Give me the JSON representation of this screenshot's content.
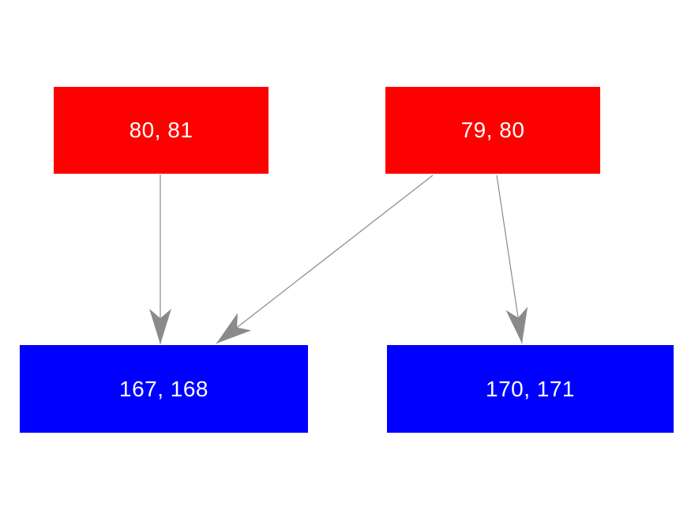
{
  "diagram": {
    "background_color": "#ffffff",
    "text_color": "#ffffff",
    "edge_color": "#8a8a8a",
    "node_colors": {
      "top_row": "#ff0000",
      "bottom_row": "#0000ff"
    },
    "nodes": [
      {
        "id": "top-left",
        "label": "80, 81",
        "fill": "#ff0000",
        "row": "top"
      },
      {
        "id": "top-right",
        "label": "79, 80",
        "fill": "#ff0000",
        "row": "top"
      },
      {
        "id": "bottom-left",
        "label": "167, 168",
        "fill": "#0000ff",
        "row": "bottom"
      },
      {
        "id": "bottom-right",
        "label": "170, 171",
        "fill": "#0000ff",
        "row": "bottom"
      }
    ],
    "edges": [
      {
        "from": "80, 81",
        "to": "167, 168"
      },
      {
        "from": "79, 80",
        "to": "167, 168"
      },
      {
        "from": "79, 80",
        "to": "170, 171"
      }
    ]
  }
}
